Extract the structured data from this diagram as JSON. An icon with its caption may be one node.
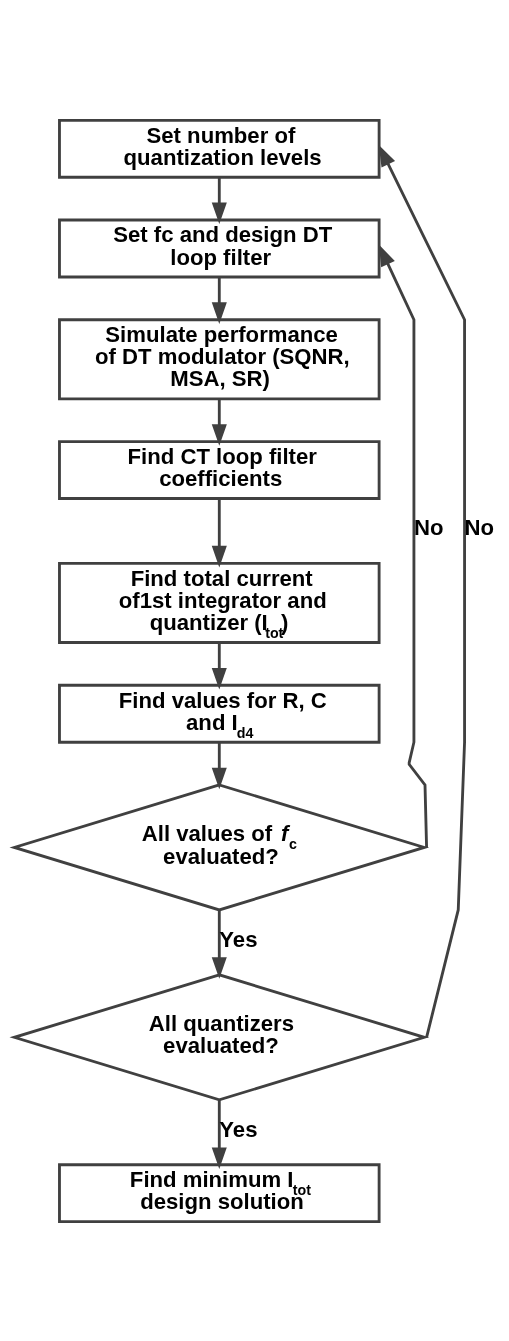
{
  "diagram": {
    "nodes": [
      {
        "text": [
          "Set number of quantization levels"
        ]
      },
      {
        "text": [
          "Set fc and design DT loop filter"
        ]
      },
      {
        "text": [
          "Simulate performance of DT modulator (SQNR, MSA, SR)"
        ]
      },
      {
        "text": [
          "Find CT loop filter coefficients"
        ]
      },
      {
        "text": [
          "Find total current of1st integrator and quantizer (I$_{tot}$)"
        ]
      },
      {
        "text": [
          "Find values for R, C and I$_{d4}$"
        ]
      },
      {
        "text": [
          "All values of *f*$_{c}$ evaluated?"
        ]
      },
      {
        "text": [
          "All quantizers evaluated?"
        ]
      },
      {
        "text": [
          "Find minimum I$_{tot}$ design solution"
        ]
      }
    ],
    "edges": [
      {
        "from": 0,
        "to": 1,
        "arrow": "to"
      },
      {
        "from": 1,
        "to": 2,
        "arrow": "to"
      },
      {
        "from": 2,
        "to": 3,
        "arrow": "to"
      },
      {
        "from": 3,
        "to": 4,
        "arrow": "to"
      },
      {
        "from": 4,
        "to": 5,
        "arrow": "to"
      },
      {
        "from": 5,
        "to": 6,
        "arrow": "to"
      },
      {
        "from": 6,
        "to": 1,
        "arrow": "to",
        "label": "No"
      },
      {
        "from": 6,
        "to": 7,
        "arrow": "to",
        "label": "Yes"
      },
      {
        "from": 7,
        "to": 0,
        "arrow": "to",
        "label": "No"
      },
      {
        "from": 7,
        "to": 8,
        "arrow": "to",
        "label": "Yes"
      }
    ]
  }
}
